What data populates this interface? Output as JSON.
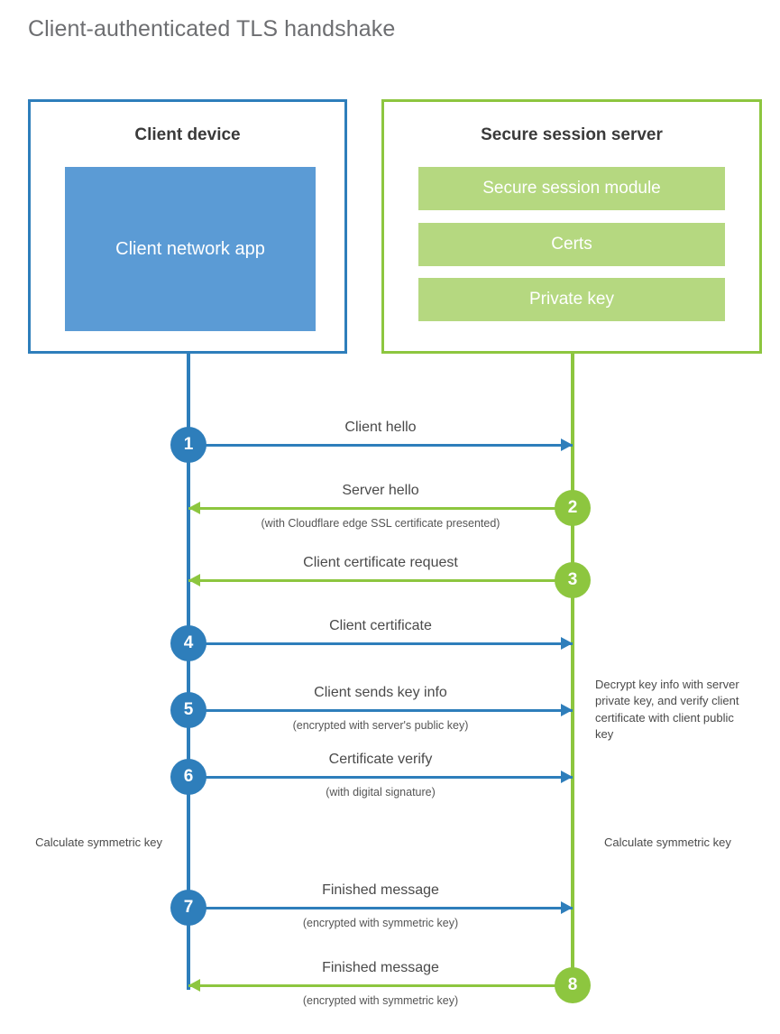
{
  "page": {
    "title": "Client-authenticated TLS handshake",
    "colors": {
      "blue_dark": "#2E7EBB",
      "blue_light": "#5B9BD5",
      "green_dark": "#8DC63F",
      "green_light": "#B5D880",
      "text": "#4a4a4a",
      "background": "#ffffff"
    }
  },
  "client_panel": {
    "title": "Client device",
    "app_label": "Client network app"
  },
  "server_panel": {
    "title": "Secure session server",
    "bars": [
      {
        "label": "Secure session module"
      },
      {
        "label": "Certs"
      },
      {
        "label": "Private key"
      }
    ]
  },
  "steps": [
    {
      "number": "1",
      "label": "Client hello",
      "sub": "",
      "direction": "client-to-server",
      "color": "blue"
    },
    {
      "number": "2",
      "label": "Server hello",
      "sub": "(with Cloudflare edge SSL certificate presented)",
      "direction": "server-to-client",
      "color": "green"
    },
    {
      "number": "3",
      "label": "Client certificate request",
      "sub": "",
      "direction": "server-to-client",
      "color": "green"
    },
    {
      "number": "4",
      "label": "Client certificate",
      "sub": "",
      "direction": "client-to-server",
      "color": "blue"
    },
    {
      "number": "5",
      "label": "Client sends key info",
      "sub": "(encrypted with server's public key)",
      "direction": "client-to-server",
      "color": "blue"
    },
    {
      "number": "6",
      "label": "Certificate verify",
      "sub": "(with digital signature)",
      "direction": "client-to-server",
      "color": "blue"
    },
    {
      "number": "7",
      "label": "Finished message",
      "sub": "(encrypted with symmetric key)",
      "direction": "client-to-server",
      "color": "blue"
    },
    {
      "number": "8",
      "label": "Finished message",
      "sub": "(encrypted with symmetric key)",
      "direction": "server-to-client",
      "color": "green"
    }
  ],
  "notes": {
    "server_decrypt": "Decrypt key info with server private key, and verify client certificate with client public key",
    "client_calculate": "Calculate symmetric key",
    "server_calculate": "Calculate symmetric key"
  }
}
